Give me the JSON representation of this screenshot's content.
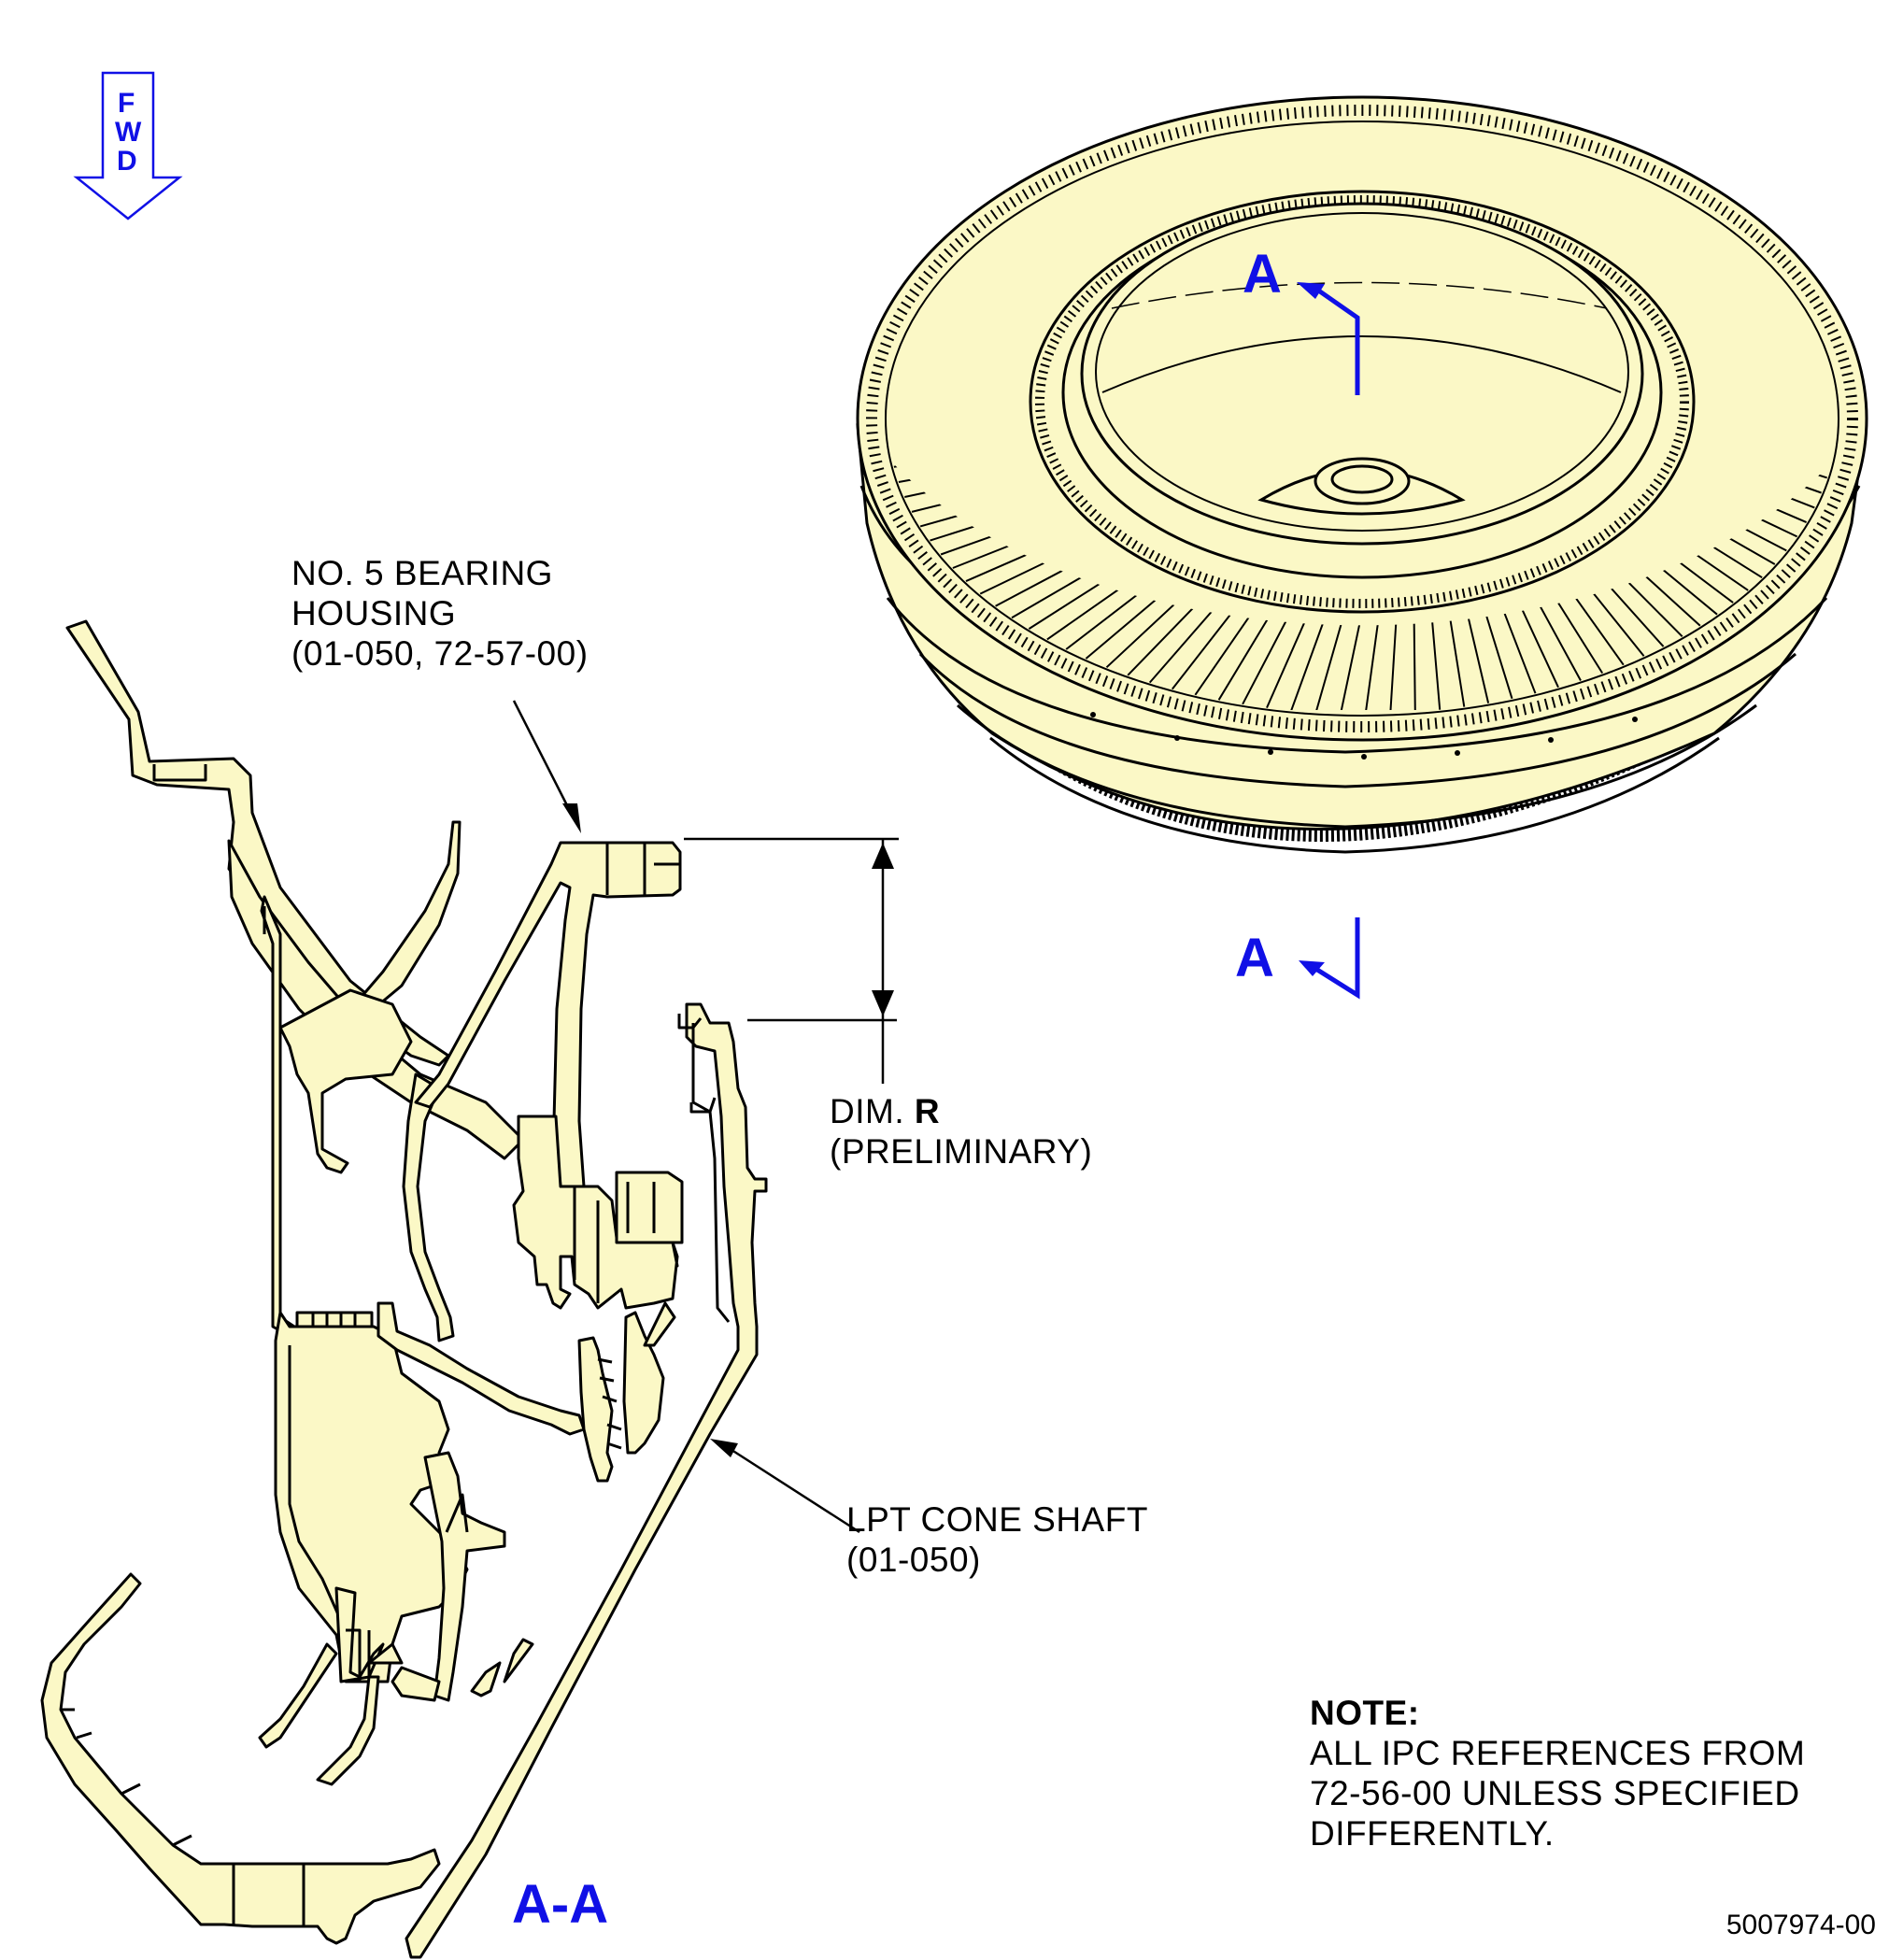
{
  "fwd_indicator": {
    "letters": [
      "F",
      "W",
      "D"
    ]
  },
  "section_markers": {
    "top_letter": "A",
    "bottom_letter": "A",
    "section_title": "A-A"
  },
  "callouts": {
    "bearing_housing": [
      "NO. 5 BEARING",
      "HOUSING",
      "(01-050, 72-57-00)"
    ],
    "dim": {
      "prefix": "DIM. ",
      "letter": "R",
      "qualifier": "(PRELIMINARY)"
    },
    "cone_shaft": [
      "LPT CONE SHAFT",
      "(01-050)"
    ]
  },
  "note": {
    "heading": "NOTE:",
    "lines": [
      "ALL IPC REFERENCES FROM",
      "72-56-00 UNLESS SPECIFIED",
      "DIFFERENTLY."
    ]
  },
  "drawing_number": "5007974-00",
  "colors": {
    "part_fill": "#fbf8c6",
    "line": "#000000",
    "marker_blue": "#1010e6"
  }
}
